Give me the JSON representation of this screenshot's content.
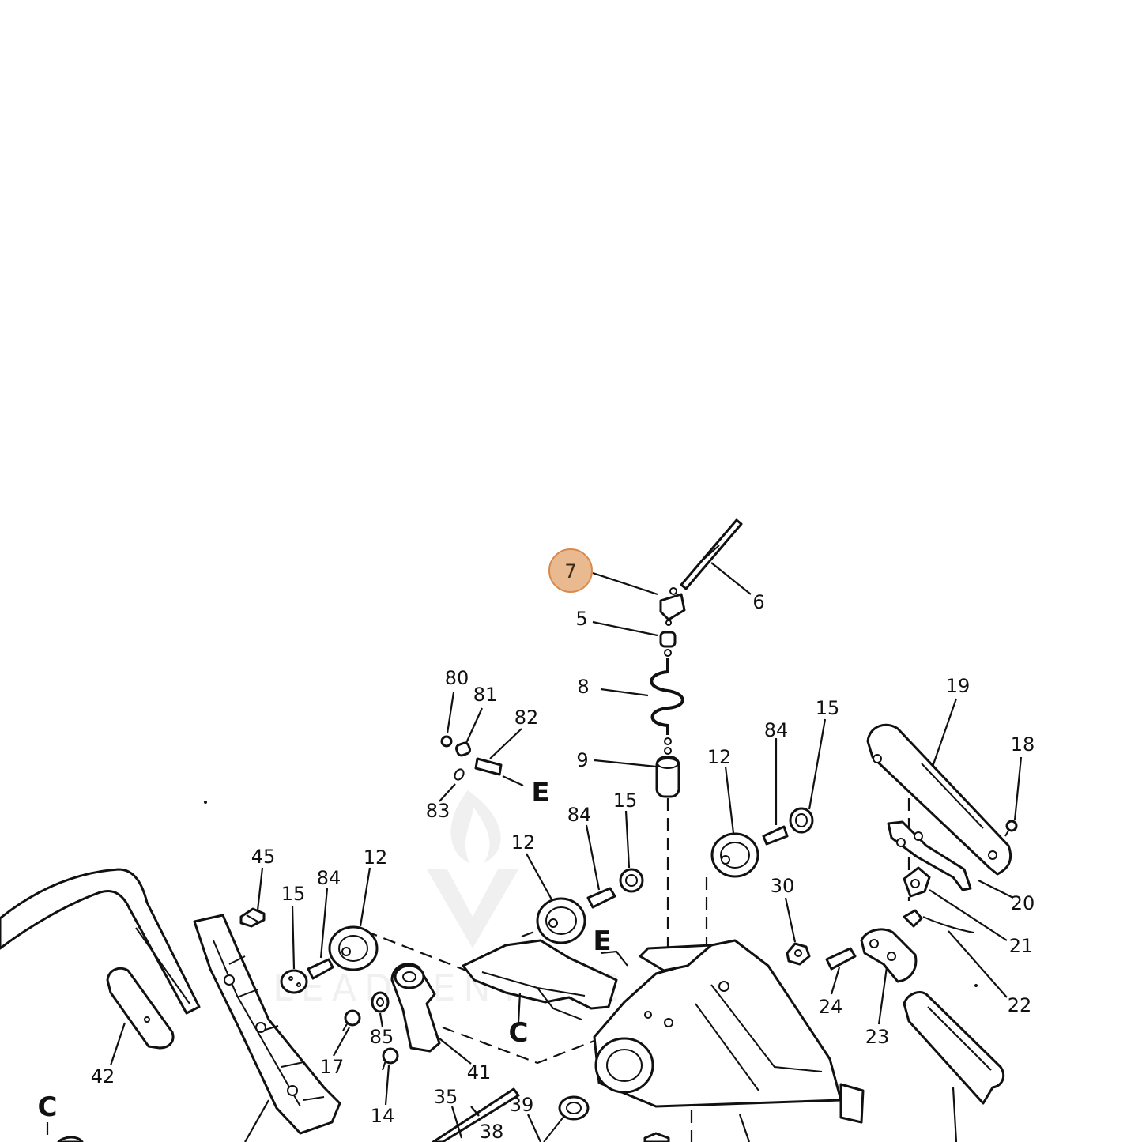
{
  "highlight": {
    "label": "7",
    "fill": "#e9b98f",
    "stroke": "#d9894c"
  },
  "watermark": {
    "text": "LEADVENTURE"
  },
  "callouts": [
    {
      "id": "c6",
      "text": "6"
    },
    {
      "id": "c5",
      "text": "5"
    },
    {
      "id": "c8",
      "text": "8"
    },
    {
      "id": "c9",
      "text": "9"
    },
    {
      "id": "c80",
      "text": "80"
    },
    {
      "id": "c81",
      "text": "81"
    },
    {
      "id": "c82",
      "text": "82"
    },
    {
      "id": "c83",
      "text": "83"
    },
    {
      "id": "c45",
      "text": "45"
    },
    {
      "id": "c15a",
      "text": "15"
    },
    {
      "id": "c84a",
      "text": "84"
    },
    {
      "id": "c12a",
      "text": "12"
    },
    {
      "id": "c12b",
      "text": "12"
    },
    {
      "id": "c84b",
      "text": "84"
    },
    {
      "id": "c15b",
      "text": "15"
    },
    {
      "id": "c12c",
      "text": "12"
    },
    {
      "id": "c84c",
      "text": "84"
    },
    {
      "id": "c15c",
      "text": "15"
    },
    {
      "id": "c19",
      "text": "19"
    },
    {
      "id": "c18",
      "text": "18"
    },
    {
      "id": "c20",
      "text": "20"
    },
    {
      "id": "c21",
      "text": "21"
    },
    {
      "id": "c22",
      "text": "22"
    },
    {
      "id": "c30",
      "text": "30"
    },
    {
      "id": "c24",
      "text": "24"
    },
    {
      "id": "c23",
      "text": "23"
    },
    {
      "id": "c42",
      "text": "42"
    },
    {
      "id": "c17",
      "text": "17"
    },
    {
      "id": "c85",
      "text": "85"
    },
    {
      "id": "c14",
      "text": "14"
    },
    {
      "id": "c41",
      "text": "41"
    },
    {
      "id": "c35",
      "text": "35"
    },
    {
      "id": "c38",
      "text": "38"
    },
    {
      "id": "c39",
      "text": "39"
    }
  ],
  "section_letters": [
    {
      "id": "eTop",
      "text": "E"
    },
    {
      "id": "eMid",
      "text": "E"
    },
    {
      "id": "cMid",
      "text": "C"
    },
    {
      "id": "cLeft",
      "text": "C"
    }
  ]
}
